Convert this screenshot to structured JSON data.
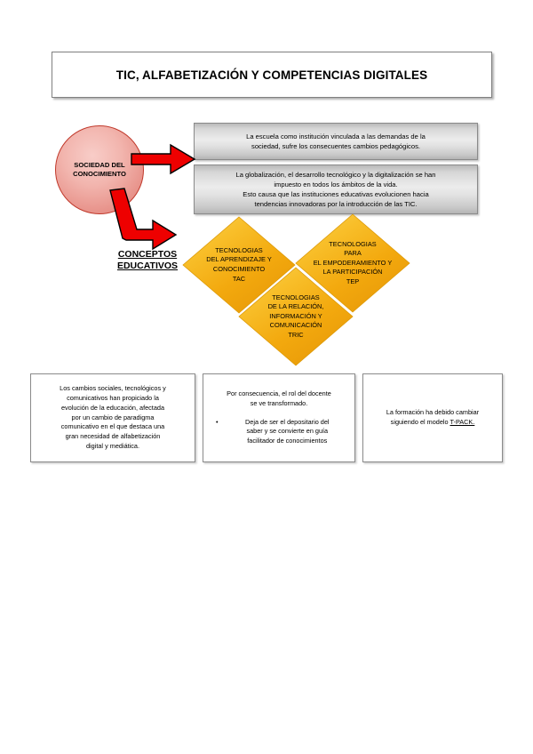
{
  "page": {
    "background_color": "#ffffff"
  },
  "title": {
    "text": "TIC, ALFABETIZACIÓN Y COMPETENCIAS DIGITALES"
  },
  "source_node": {
    "label": "SOCIEDAD DEL\nCONOCIMIENTO",
    "fill_color": "#f0aaa3",
    "border_color": "#c0392b"
  },
  "gray_boxes": [
    {
      "id": "escuela",
      "text": "La escuela como institución vinculada a las demandas de la\nsociedad, sufre los consecuentes cambios pedagógicos.",
      "fill_color": "#e2e2e2",
      "border_color": "#8a8a8a"
    },
    {
      "id": "globalizacion",
      "text": "La globalización, el desarrollo tecnológico y la digitalización se han\nimpuesto en todos los ámbitos de la vida.\nEsto causa que las instituciones educativas evolucionen hacia\ntendencias innovadoras por la introducción de las TIC.",
      "fill_color": "#e2e2e2",
      "border_color": "#8a8a8a"
    }
  ],
  "arrows": {
    "color": "#ee0000",
    "outline_color": "#000000",
    "straight_label": "sociedad-to-boxes-arrow",
    "elbow_label": "sociedad-to-conceptos-arrow"
  },
  "conceptos": {
    "line1": "CONCEPTOS",
    "line2": "EDUCATIVOS"
  },
  "diamonds": [
    {
      "id": "tac",
      "text": "TECNOLOGIAS\nDEL APRENDIZAJE Y\nCONOCIMIENTO\nTAC",
      "fill_color": "#f5b616"
    },
    {
      "id": "tep",
      "text": "TECNOLOGIAS\nPARA\nEL EMPODERAMIENTO Y\nLA PARTICIPACIÓN\nTEP",
      "fill_color": "#f5b616"
    },
    {
      "id": "tric",
      "text": "TECNOLOGIAS\nDE LA RELACIÓN,\nINFORMACIÓN Y\nCOMUNICACIÓN\nTRIC",
      "fill_color": "#f5b616"
    }
  ],
  "bottom_boxes": {
    "box1": {
      "text": "Los cambios sociales, tecnológicos y\ncomunicativos han propiciado la\nevolución de la educación, afectada\npor un cambio de paradigma\ncomunicativo en el que destaca una\ngran necesidad de alfabetización\ndigital y mediática."
    },
    "box2": {
      "lead": "Por consecuencia, el rol del docente\nse ve transformado.",
      "bullet_marker": "•",
      "bullet": "Deja de ser el depositario del\nsaber y se convierte en guía\nfacilitador de conocimientos"
    },
    "box3": {
      "prefix": "La formación ha debido cambiar\nsiguiendo el modelo ",
      "emphasis": "T-PACK."
    }
  }
}
